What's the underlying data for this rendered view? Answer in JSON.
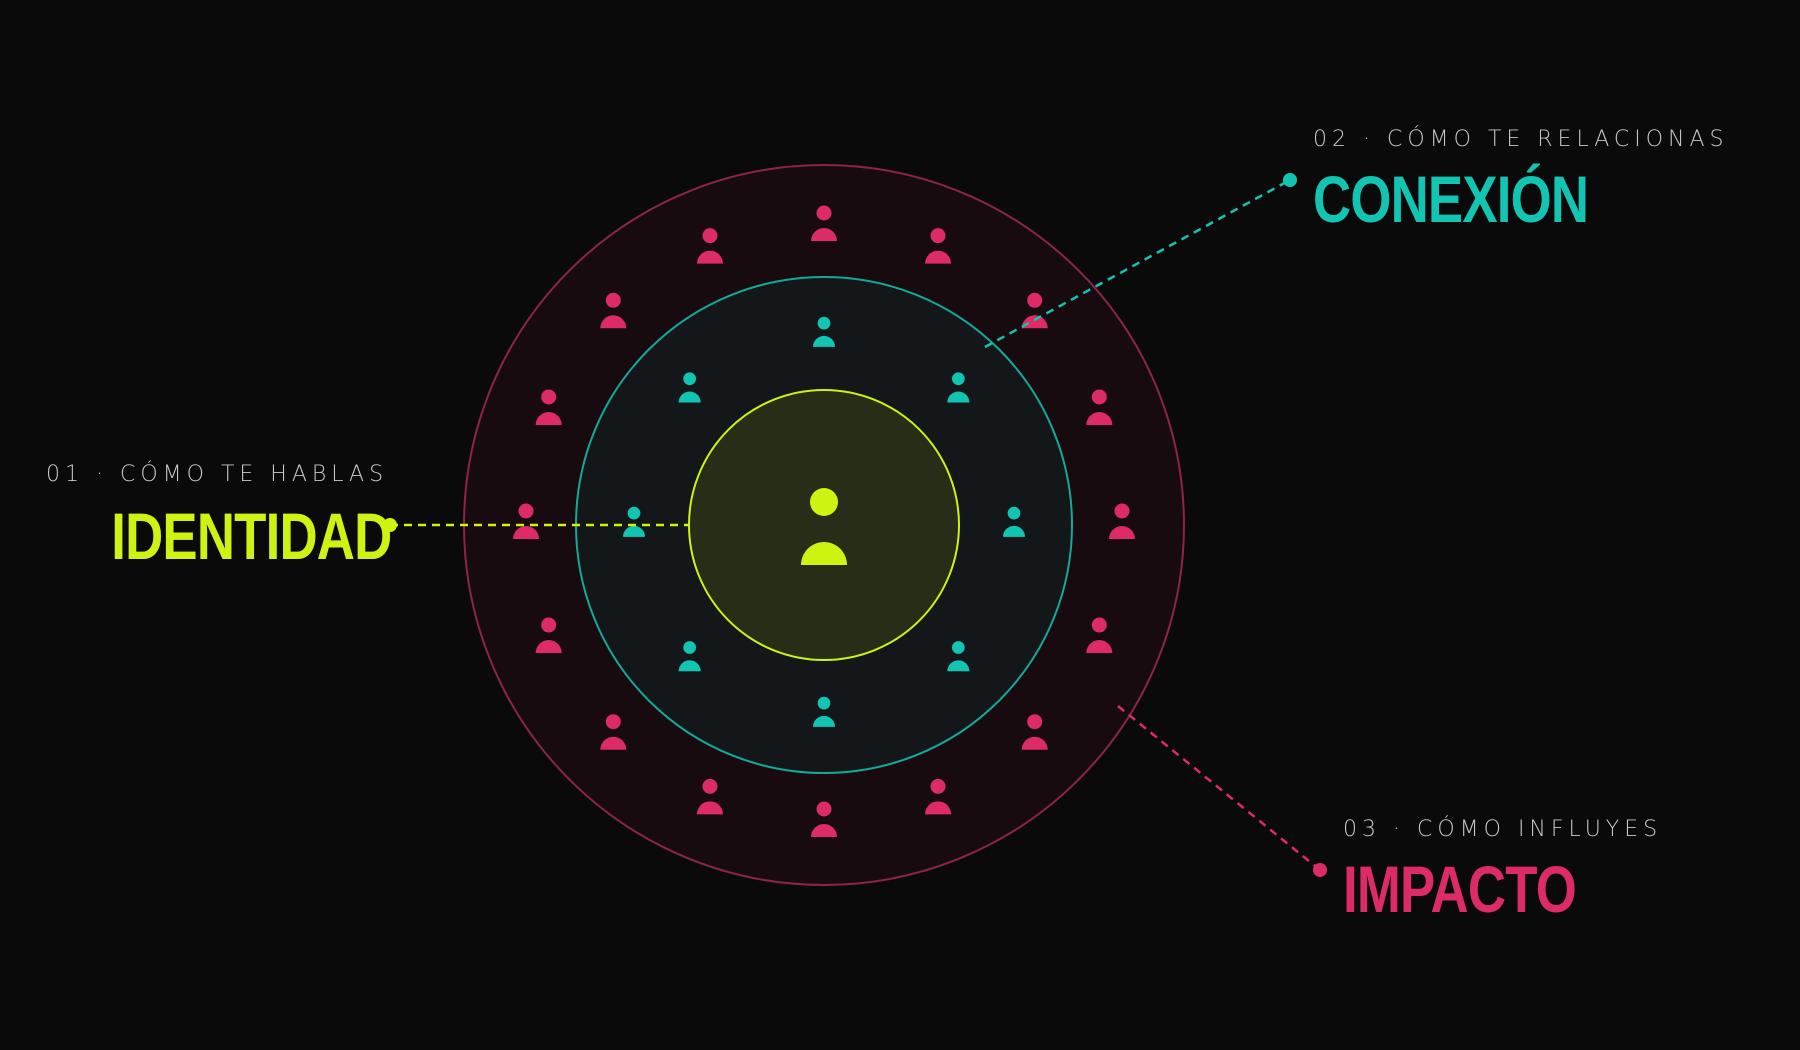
{
  "colors": {
    "background": "#0a0a0a",
    "identidad": "#cdf312",
    "conexion": "#12c4b2",
    "impacto": "#dc2b66",
    "subtitle": "#c8c8c8"
  },
  "layers": [
    {
      "id": "identidad",
      "subtitle": "01 · CÓMO TE HABLAS",
      "title": "IDENTIDAD",
      "color": "#cdf312",
      "people": 1
    },
    {
      "id": "conexion",
      "subtitle": "02 · CÓMO TE RELACIONAS",
      "title": "CONEXIÓN",
      "color": "#12c4b2",
      "people": 8
    },
    {
      "id": "impacto",
      "subtitle": "03 · CÓMO INFLUYES",
      "title": "IMPACTO",
      "color": "#dc2b66",
      "people": 16
    }
  ],
  "icons": {
    "person": "person-icon"
  }
}
